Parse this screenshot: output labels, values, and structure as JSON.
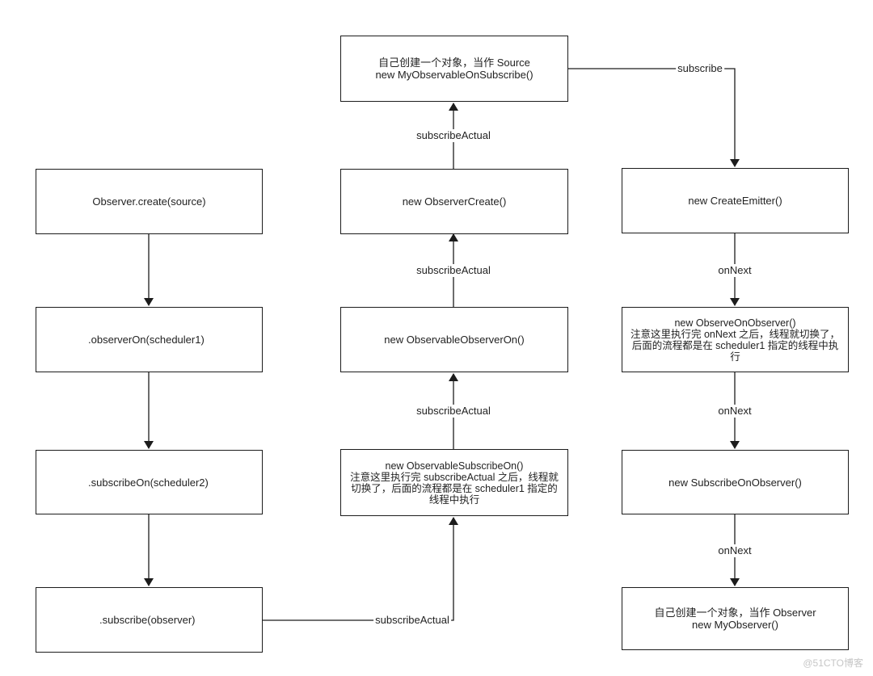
{
  "left_column": {
    "observer_create": "Observer.create(source)",
    "observer_on": ".observerOn(scheduler1)",
    "subscribe_on": ".subscribeOn(scheduler2)",
    "subscribe": ".subscribe(observer)"
  },
  "middle_column": {
    "source": "自己创建一个对象，当作 Source\nnew MyObservableOnSubscribe()",
    "observer_create_node": "new ObserverCreate()",
    "observable_observer_on": "new ObservableObserverOn()",
    "observable_subscribe_on": "new ObservableSubscribeOn()\n注意这里执行完 subscribeActual 之后，线程就\n切换了，后面的流程都是在 scheduler1 指定的\n线程中执行"
  },
  "right_column": {
    "create_emitter": "new CreateEmitter()",
    "observe_on_observer": "new ObserveOnObserver()\n注意这里执行完 onNext 之后，线程就切换了，\n后面的流程都是在 scheduler1 指定的线程中执\n行",
    "subscribe_on_observer": "new SubscribeOnObserver()",
    "my_observer": "自己创建一个对象，当作 Observer\nnew MyObserver()"
  },
  "edge_labels": {
    "subscribe_actual_1": "subscribeActual",
    "subscribe_actual_2": "subscribeActual",
    "subscribe_actual_3": "subscribeActual",
    "subscribe_actual_bottom": "subscribeActual",
    "subscribe": "subscribe",
    "on_next_1": "onNext",
    "on_next_2": "onNext",
    "on_next_3": "onNext"
  },
  "watermark": "@51CTO博客"
}
